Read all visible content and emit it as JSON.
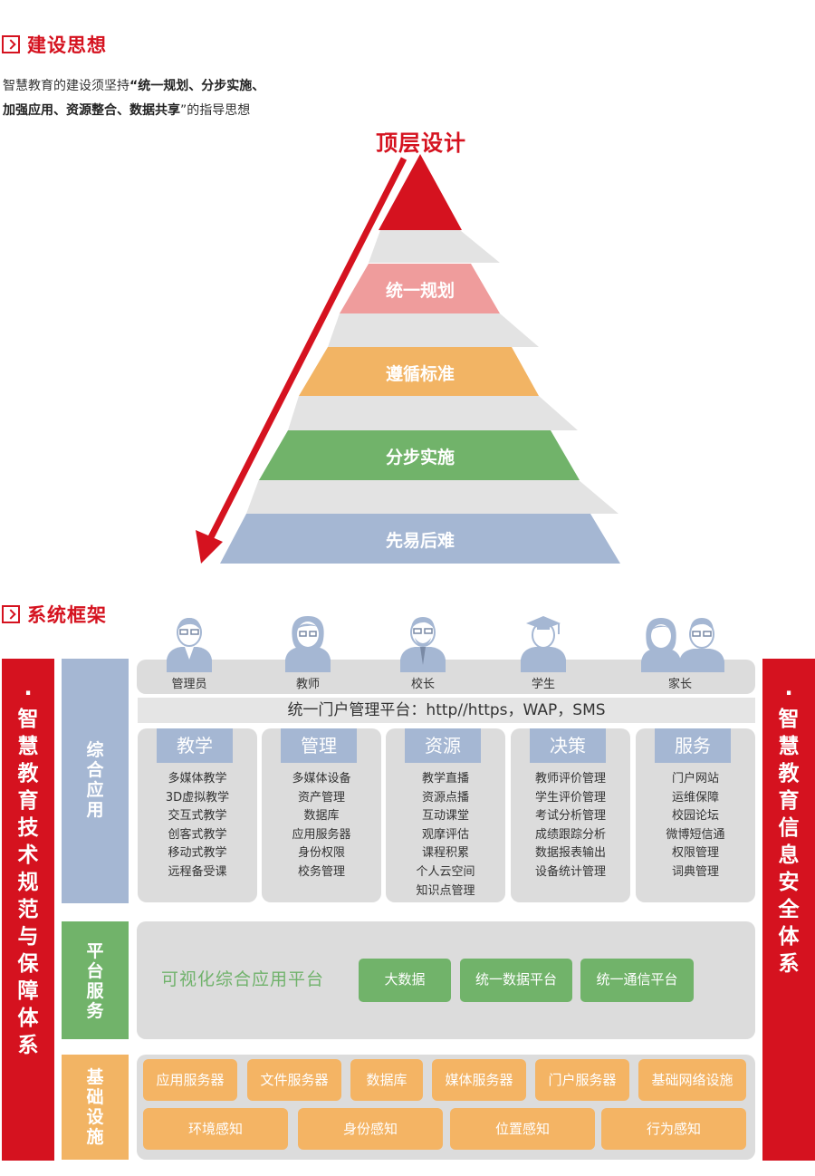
{
  "section1": {
    "title": "建设思想"
  },
  "intro": {
    "lead": "智慧教育的建设须坚持",
    "bold": "“统一规划、分步实施、加强应用、资源整合、数据共享",
    "tail": "”的指导思想"
  },
  "pyramid": {
    "top_label": "顶层设计",
    "levels": [
      "统一规划",
      "遵循标准",
      "分步实施",
      "先易后难"
    ]
  },
  "section2": {
    "title": "系统框架"
  },
  "left_bar": {
    "dot": "·",
    "text": "智慧教育技术规范与保障体系"
  },
  "right_bar": {
    "dot": "·",
    "text": "智慧教育信息安全体系"
  },
  "tiers": {
    "app": "综合应用",
    "platform": "平台服务",
    "infra": "基础设施"
  },
  "roles": [
    "管理员",
    "教师",
    "校长",
    "学生",
    "家长"
  ],
  "portal": "统一门户管理平台：http//https，WAP，SMS",
  "modules": [
    {
      "title": "教学",
      "items": [
        "多媒体教学",
        "3D虚拟教学",
        "交互式教学",
        "创客式教学",
        "移动式教学",
        "远程备受课"
      ]
    },
    {
      "title": "管理",
      "items": [
        "多媒体设备",
        "资产管理",
        "数据库",
        "应用服务器",
        "身份权限",
        "校务管理"
      ]
    },
    {
      "title": "资源",
      "items": [
        "教学直播",
        "资源点播",
        "互动课堂",
        "观摩评估",
        "课程积累",
        "个人云空间",
        "知识点管理"
      ]
    },
    {
      "title": "决策",
      "items": [
        "教师评价管理",
        "学生评价管理",
        "考试分析管理",
        "成绩跟踪分析",
        "数据报表输出",
        "设备统计管理"
      ]
    },
    {
      "title": "服务",
      "items": [
        "门户网站",
        "运维保障",
        "校园论坛",
        "微博短信通",
        "权限管理",
        "词典管理"
      ]
    }
  ],
  "platform": {
    "title": "可视化综合应用平台",
    "buttons": [
      "大数据",
      "统一数据平台",
      "统一通信平台"
    ]
  },
  "infra": {
    "row1": [
      "应用服务器",
      "文件服务器",
      "数据库",
      "媒体服务器",
      "门户服务器",
      "基础网络设施"
    ],
    "row2": [
      "环境感知",
      "身份感知",
      "位置感知",
      "行为感知"
    ]
  },
  "colors": {
    "red": "#d5121f",
    "pink": "#ef9c9c",
    "orange": "#f2b464",
    "green": "#71b36a",
    "blue": "#a5b7d3",
    "panel": "#dcdcdc"
  }
}
